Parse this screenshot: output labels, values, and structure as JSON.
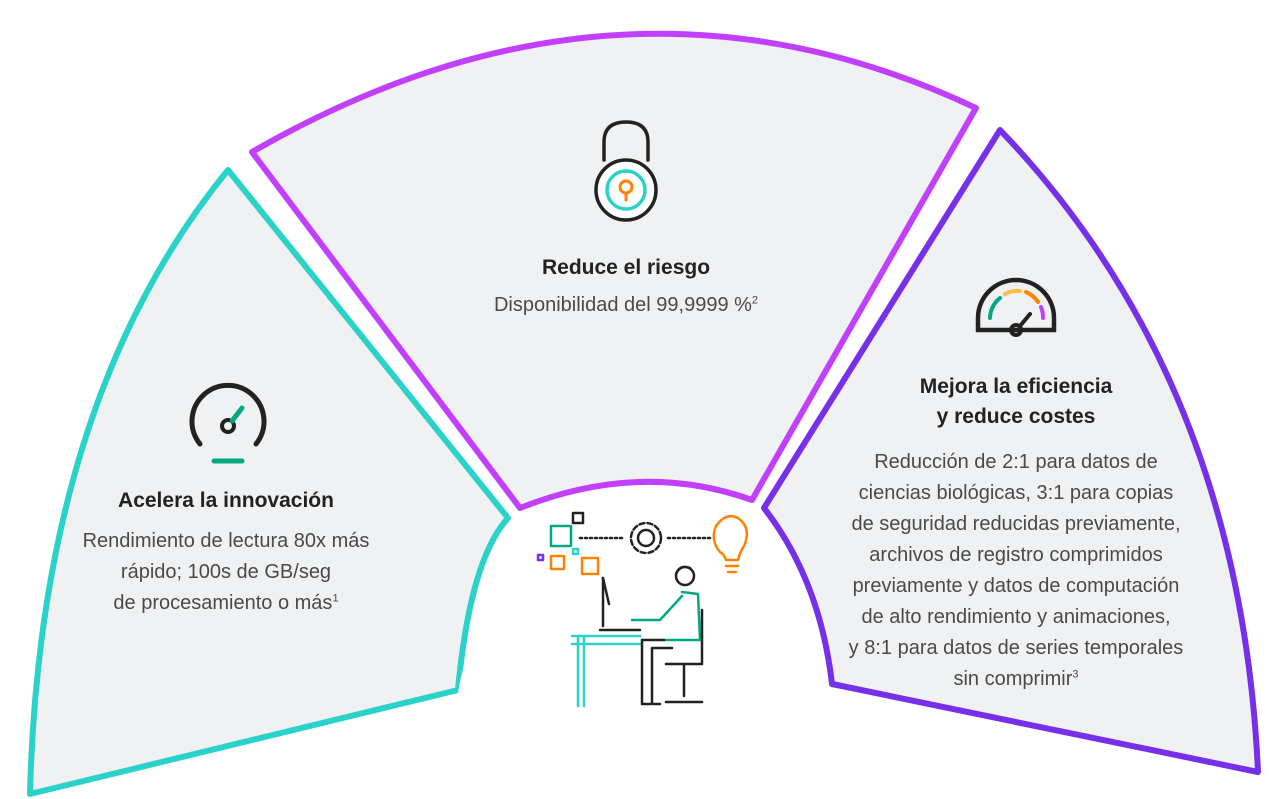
{
  "panels": {
    "left": {
      "title": "Acelera la innovación",
      "line1": "Rendimiento de lectura 80x más",
      "line2": "rápido; 100s de GB/seg",
      "line3": "de procesamiento o más",
      "footnote": "1",
      "icon": "speedometer-icon",
      "accent": "#2ad2c9"
    },
    "top": {
      "title": "Reduce el riesgo",
      "body": "Disponibilidad del 99,9999 %",
      "footnote": "2",
      "icon": "padlock-icon",
      "accent": "#c140ff"
    },
    "right": {
      "title_line1": "Mejora la eficiencia",
      "title_line2": "y reduce costes",
      "lines": [
        "Reducción de 2:1 para datos de",
        "ciencias biológicas, 3:1 para copias",
        "de seguridad reducidas previamente,",
        "archivos de registro comprimidos",
        "previamente y datos de computación",
        "de alto rendimiento y animaciones,",
        "y 8:1 para datos de series temporales",
        "sin comprimir"
      ],
      "footnote": "3",
      "icon": "gauge-icon",
      "accent": "#7630ea"
    }
  },
  "center": {
    "icon": "person-at-computer-icon"
  },
  "colors": {
    "panel_fill": "#f0f1f2",
    "green": "#01a982",
    "orange": "#ff8300",
    "teal": "#2ad2c9",
    "purple": "#7630ea",
    "dark": "#222222"
  }
}
